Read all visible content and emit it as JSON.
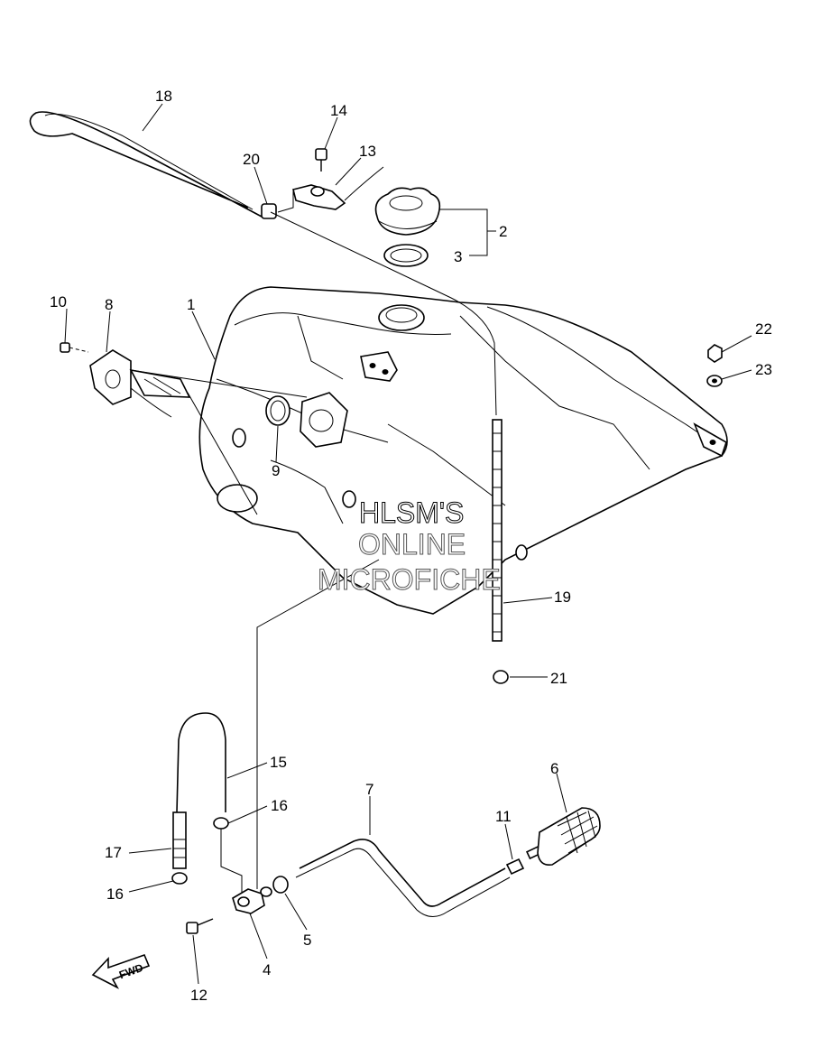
{
  "watermark": {
    "line1": "HLSM'S",
    "line2": "ONLINE",
    "line3": "MICROFICHE"
  },
  "direction_arrow": {
    "label": "FWD"
  },
  "callouts": [
    {
      "id": "1",
      "label": "1"
    },
    {
      "id": "2",
      "label": "2"
    },
    {
      "id": "3",
      "label": "3"
    },
    {
      "id": "4",
      "label": "4"
    },
    {
      "id": "5",
      "label": "5"
    },
    {
      "id": "6",
      "label": "6"
    },
    {
      "id": "7",
      "label": "7"
    },
    {
      "id": "8",
      "label": "8"
    },
    {
      "id": "9",
      "label": "9"
    },
    {
      "id": "10",
      "label": "10"
    },
    {
      "id": "11",
      "label": "11"
    },
    {
      "id": "12",
      "label": "12"
    },
    {
      "id": "13",
      "label": "13"
    },
    {
      "id": "14",
      "label": "14"
    },
    {
      "id": "15",
      "label": "15"
    },
    {
      "id": "16a",
      "label": "16"
    },
    {
      "id": "16b",
      "label": "16"
    },
    {
      "id": "17",
      "label": "17"
    },
    {
      "id": "18",
      "label": "18"
    },
    {
      "id": "19",
      "label": "19"
    },
    {
      "id": "20",
      "label": "20"
    },
    {
      "id": "21",
      "label": "21"
    },
    {
      "id": "22",
      "label": "22"
    },
    {
      "id": "23",
      "label": "23"
    }
  ]
}
